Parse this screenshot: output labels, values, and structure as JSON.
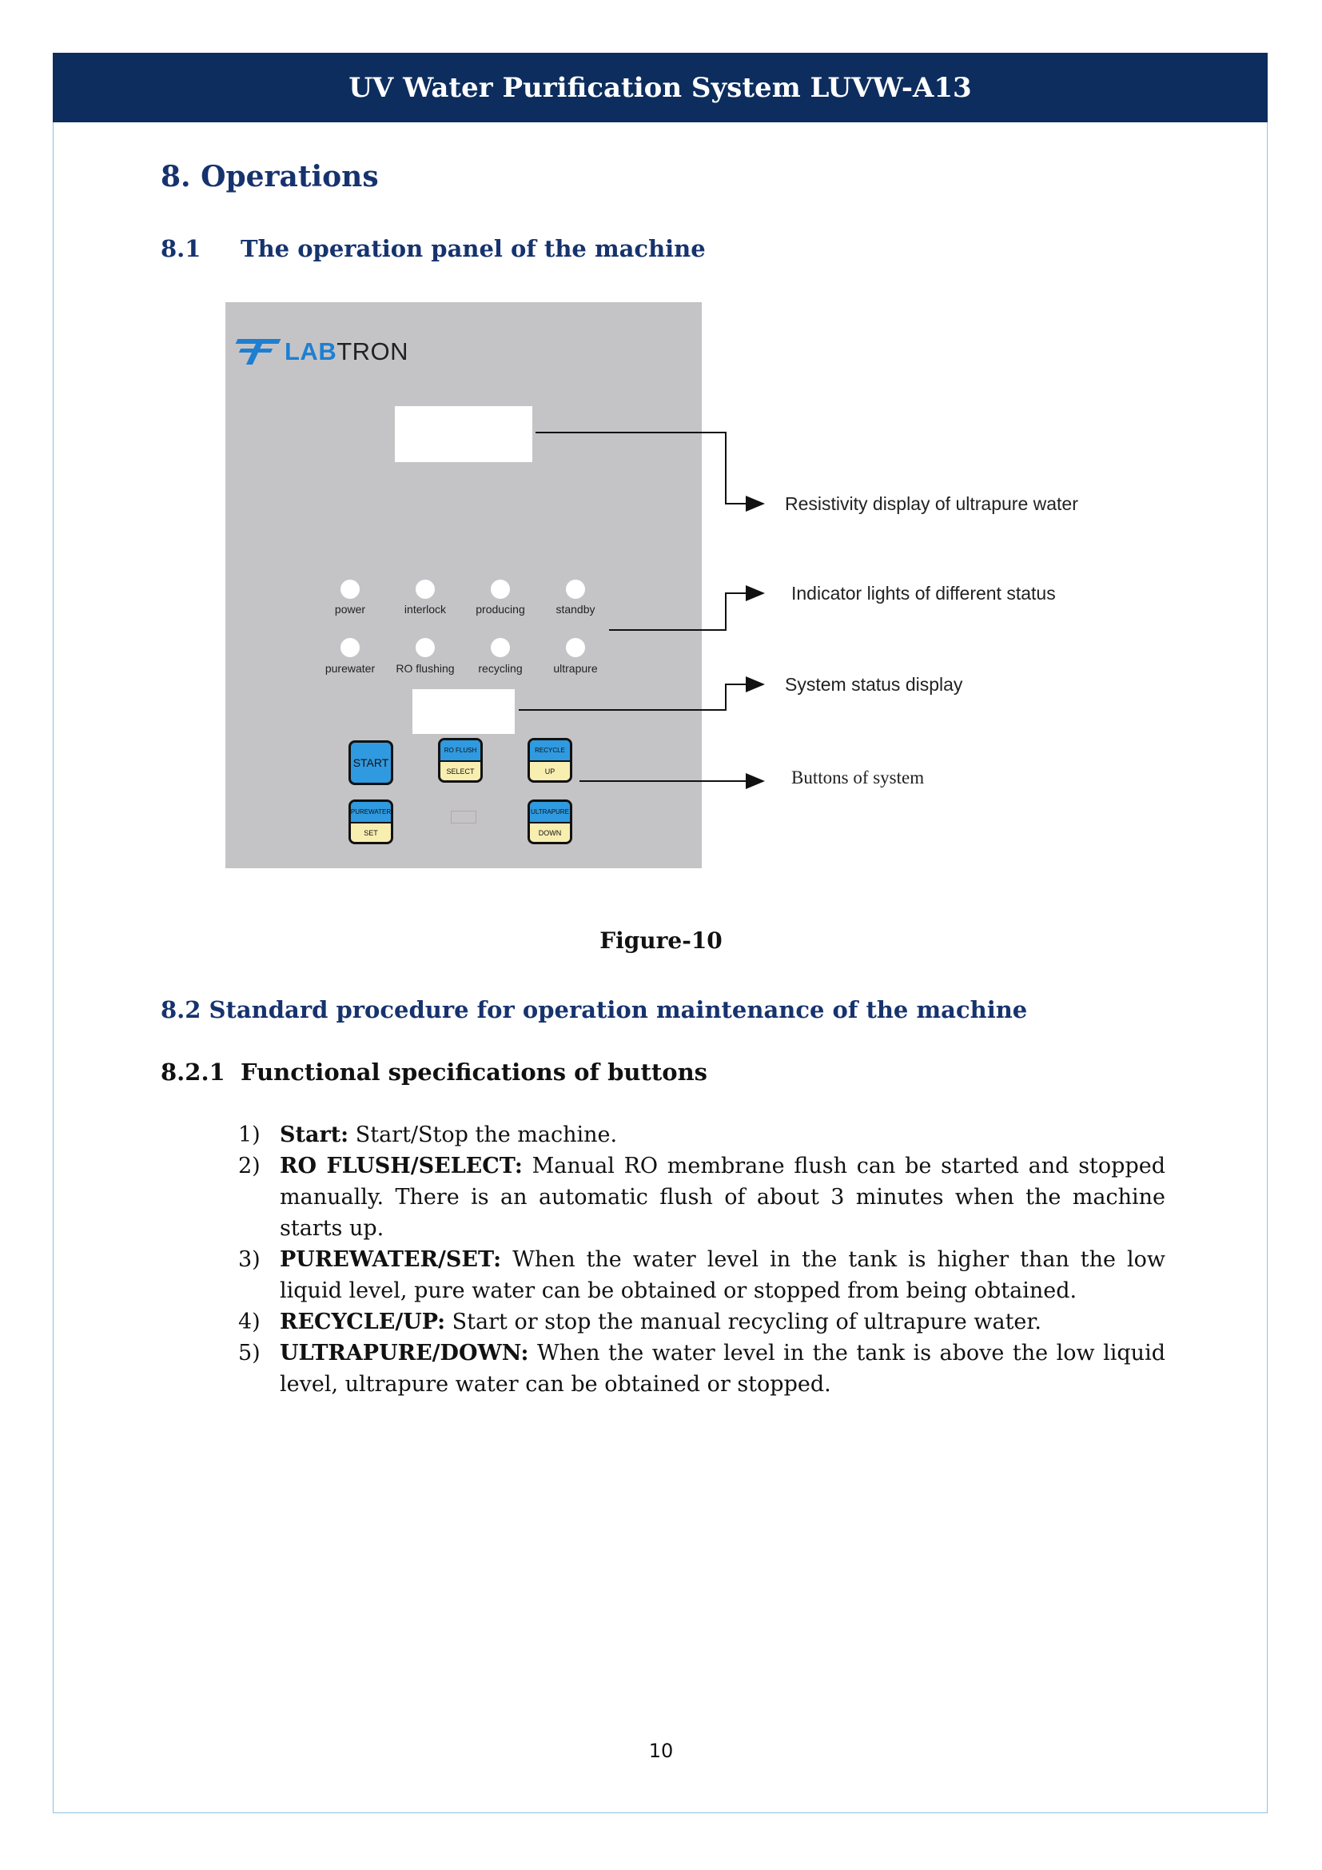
{
  "header": {
    "title": "UV Water Purification System LUVW-A13"
  },
  "section": {
    "number_title": "8.  Operations"
  },
  "subsection_1": {
    "number": "8.1",
    "title": "The operation panel of the machine"
  },
  "figure": {
    "logo": {
      "lab": "LAB",
      "tron": "TRON"
    },
    "indicators_row1": [
      "power",
      "interlock",
      "producing",
      "standby"
    ],
    "indicators_row2": [
      "purewater",
      "RO flushing",
      "recycling",
      "ultrapure"
    ],
    "buttons": {
      "start": "START",
      "ro_flush_top": "RO FLUSH",
      "ro_flush_bottom": "SELECT",
      "recycle_top": "RECYCLE",
      "recycle_bottom": "UP",
      "purewater_top": "PUREWATER",
      "purewater_bottom": "SET",
      "ultrapure_top": "ULTRAPURE",
      "ultrapure_bottom": "DOWN"
    },
    "callouts": {
      "resistivity": "Resistivity display of ultrapure water",
      "indicators": "Indicator lights of different status",
      "system_status": "System status display",
      "buttons": "Buttons of system"
    },
    "caption": "Figure-10"
  },
  "subsection_2": {
    "title": "8.2  Standard procedure for operation maintenance of the machine"
  },
  "subsubsection": {
    "number": "8.2.1",
    "title": "Functional specifications of buttons"
  },
  "list": [
    {
      "n": "1)",
      "term": "Start:",
      "text": " Start/Stop the machine."
    },
    {
      "n": "2)",
      "term": "RO FLUSH/SELECT:",
      "text": " Manual RO membrane flush can be started and stopped manually. There is an automatic flush of about 3 minutes when the machine starts up."
    },
    {
      "n": "3)",
      "term": "PUREWATER/SET:",
      "text": " When the water level in the tank is higher than the low liquid level, pure water can be obtained or stopped from being obtained."
    },
    {
      "n": "4)",
      "term": "RECYCLE/UP:",
      "text": " Start or stop the manual recycling of ultrapure water."
    },
    {
      "n": "5)",
      "term": "ULTRAPURE/DOWN:",
      "text": " When the water level in the tank is above the low liquid level, ultrapure water can be obtained or stopped."
    }
  ],
  "footer": {
    "page_number": "10"
  }
}
